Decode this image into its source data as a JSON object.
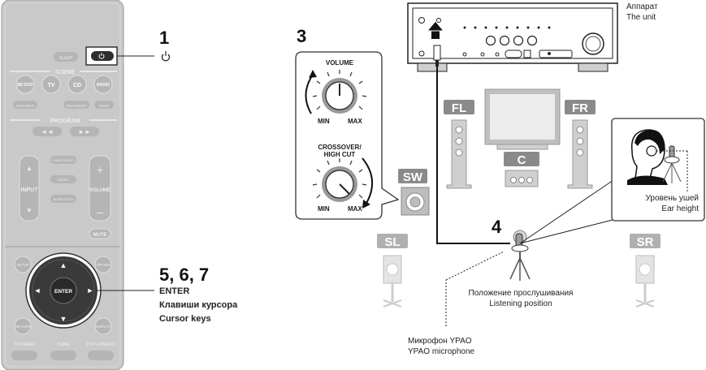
{
  "remote": {
    "sleep_label": "SLEEP",
    "power_icon": "power-icon",
    "scene_label": "SCENE",
    "scene_buttons": [
      "BD DVD",
      "TV",
      "CD",
      "RADIO"
    ],
    "mode_buttons": [
      "STRAIGHT",
      "ENHANCER",
      "BASS"
    ],
    "program_label": "PROGRAM",
    "input_label": "INPUT",
    "volume_label": "VOLUME",
    "small_buttons": [
      "PURE DIRECT",
      "LEVEL",
      "BLUETOOTH"
    ],
    "mute_label": "MUTE",
    "setup_label": "SETUP",
    "option_label": "OPTION",
    "enter_label": "ENTER",
    "return_label": "RETURN",
    "display_label": "DISPLAY",
    "bottom_buttons": [
      "TOP MENU",
      "HOME",
      "POP-UP/MENU"
    ]
  },
  "steps": {
    "s1": {
      "num": "1"
    },
    "s3": {
      "num": "3"
    },
    "s4": {
      "num": "4"
    },
    "s567": {
      "num": "5, 6, 7",
      "line1": "ENTER",
      "line2": "Клавиши курсора",
      "line3": "Cursor keys"
    }
  },
  "knobs": {
    "volume": {
      "label": "VOLUME",
      "min": "MIN",
      "max": "MAX"
    },
    "crossover": {
      "label_line1": "CROSSOVER/",
      "label_line2": "HIGH CUT",
      "min": "MIN",
      "max": "MAX"
    }
  },
  "unit": {
    "label_ru": "Аппарат",
    "label_en": "The unit"
  },
  "speakers": {
    "fl": "FL",
    "fr": "FR",
    "c": "C",
    "sw": "SW",
    "sl": "SL",
    "sr": "SR"
  },
  "ear": {
    "label_ru": "Уровень ушей",
    "label_en": "Ear height"
  },
  "listening": {
    "label_ru": "Положение прослушивания",
    "label_en": "Listening position"
  },
  "microphone": {
    "label_ru": "Микрофон YPAO",
    "label_en": "YPAO microphone"
  },
  "colors": {
    "remote_body": "#c9c9c9",
    "remote_button": "#b5b5b5",
    "dark_key": "#3a3a3a",
    "speaker_tag": "#8a8a8a",
    "speaker_tag_faded": "#b0b0b0",
    "line": "#222222"
  }
}
